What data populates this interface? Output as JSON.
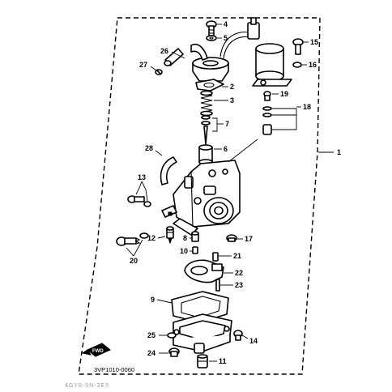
{
  "diagram": {
    "callouts": [
      "1",
      "2",
      "3",
      "4",
      "5",
      "6",
      "7",
      "8",
      "9",
      "10",
      "11",
      "12",
      "13",
      "14",
      "15",
      "16",
      "17",
      "18",
      "19",
      "20",
      "21",
      "22",
      "23",
      "24",
      "25",
      "26",
      "27",
      "28"
    ],
    "front_marker": "FWD",
    "drawing_code": "3VP1010-0060",
    "footer_text": "4GY8-0N-3E5"
  }
}
